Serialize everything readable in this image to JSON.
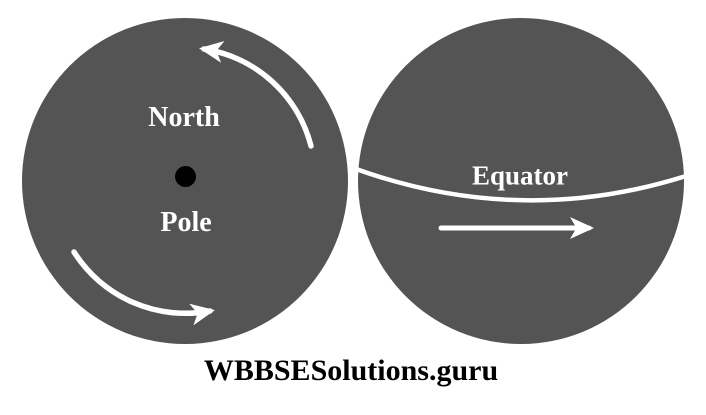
{
  "figure": {
    "left_circle": {
      "label_top": "North",
      "label_bottom": "Pole"
    },
    "right_circle": {
      "label": "Equator"
    },
    "watermark": "WBBSESolutions.guru"
  },
  "icons": {
    "rotation_arrow_top": "curved-arrow-counterclockwise-top",
    "rotation_arrow_bottom": "curved-arrow-counterclockwise-bottom",
    "equator_direction_arrow": "straight-arrow-right"
  },
  "colors": {
    "sphere": "#545454",
    "line": "#ffffff",
    "label": "#ffffff",
    "dot": "#000000",
    "watermark_text": "#000000",
    "background": "#ffffff"
  }
}
